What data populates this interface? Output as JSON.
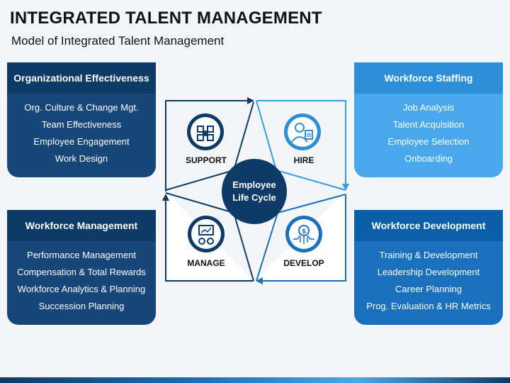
{
  "title": "INTEGRATED TALENT MANAGEMENT",
  "subtitle": "Model of Integrated Talent Management",
  "cards": {
    "top_left": {
      "heading": "Organizational Effectiveness",
      "items": [
        "Org. Culture & Change Mgt.",
        "Team Effectiveness",
        "Employee Engagement",
        "Work Design"
      ]
    },
    "top_right": {
      "heading": "Workforce Staffing",
      "items": [
        "Job Analysis",
        "Talent Acquisition",
        "Employee Selection",
        "Onboarding"
      ]
    },
    "bottom_left": {
      "heading": "Workforce Management",
      "items": [
        "Performance Management",
        "Compensation & Total Rewards",
        "Workforce Analytics & Planning",
        "Succession Planning"
      ]
    },
    "bottom_right": {
      "heading": "Workforce Development",
      "items": [
        "Training & Development",
        "Leadership Development",
        "Career Planning",
        "Prog. Evaluation & HR Metrics"
      ]
    }
  },
  "cycle": {
    "center": [
      "Employee",
      "Life Cycle"
    ],
    "quadrants": {
      "support": "SUPPORT",
      "hire": "HIRE",
      "manage": "MANAGE",
      "develop": "DEVELOP"
    },
    "icons": {
      "support": "teamwork-hands-icon",
      "hire": "recruiter-resume-icon",
      "manage": "presentation-gear-icon",
      "develop": "dollar-circuit-icon"
    }
  },
  "colors": {
    "dark_navy": "#0d3b66",
    "mid_blue": "#1a70bd",
    "light_blue": "#49a8ec",
    "arrow_light": "#3b9be0"
  }
}
